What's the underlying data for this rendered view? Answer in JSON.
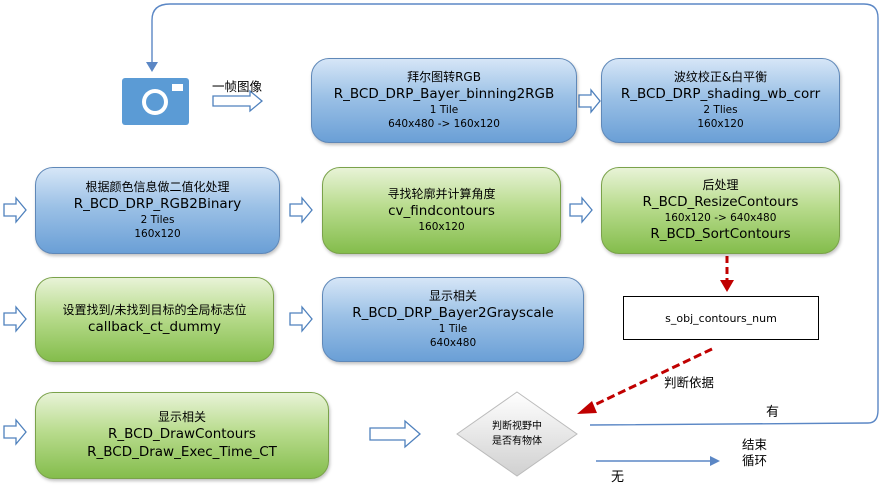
{
  "camera": {
    "label": "一帧图像",
    "icon": "camera-icon"
  },
  "boxes": {
    "bayer": {
      "title": "拜尔图转RGB",
      "func": "R_BCD_DRP_Bayer_binning2RGB",
      "tiles": "1 Tile",
      "size": "640x480 -> 160x120"
    },
    "shading": {
      "title": "波纹校正&白平衡",
      "func": "R_BCD_DRP_shading_wb_corr",
      "tiles": "2 Tlies",
      "size": "160x120"
    },
    "binary": {
      "title": "根据颜色信息做二值化处理",
      "func": "R_BCD_DRP_RGB2Binary",
      "tiles": "2 Tiles",
      "size": "160x120"
    },
    "contours": {
      "title": "寻找轮廓并计算角度",
      "func": "cv_findcontours",
      "size": "160x120"
    },
    "post": {
      "title": "后处理",
      "func1": "R_BCD_ResizeContours",
      "size": "160x120 -> 640x480",
      "func2": "R_BCD_SortContours"
    },
    "flag": {
      "title": "设置找到/未找到目标的全局标志位",
      "func": "callback_ct_dummy"
    },
    "gray": {
      "title": "显示相关",
      "func": "R_BCD_DRP_Bayer2Grayscale",
      "tiles": "1 Tile",
      "size": "640x480"
    },
    "draw": {
      "title": "显示相关",
      "func1": "R_BCD_DrawContours",
      "func2": "R_BCD_Draw_Exec_Time_CT"
    }
  },
  "variable_box": "s_obj_contours_num",
  "decision": {
    "line1": "判断视野中",
    "line2": "是否有物体"
  },
  "labels": {
    "basis": "判断依据",
    "yes": "有",
    "no": "无",
    "end_line1": "结束",
    "end_line2": "循环"
  },
  "colors": {
    "blue_box": "#6a9fd6",
    "green_box": "#84bd4c",
    "connector": "#5b87c5",
    "red_dashed": "#c00000"
  }
}
